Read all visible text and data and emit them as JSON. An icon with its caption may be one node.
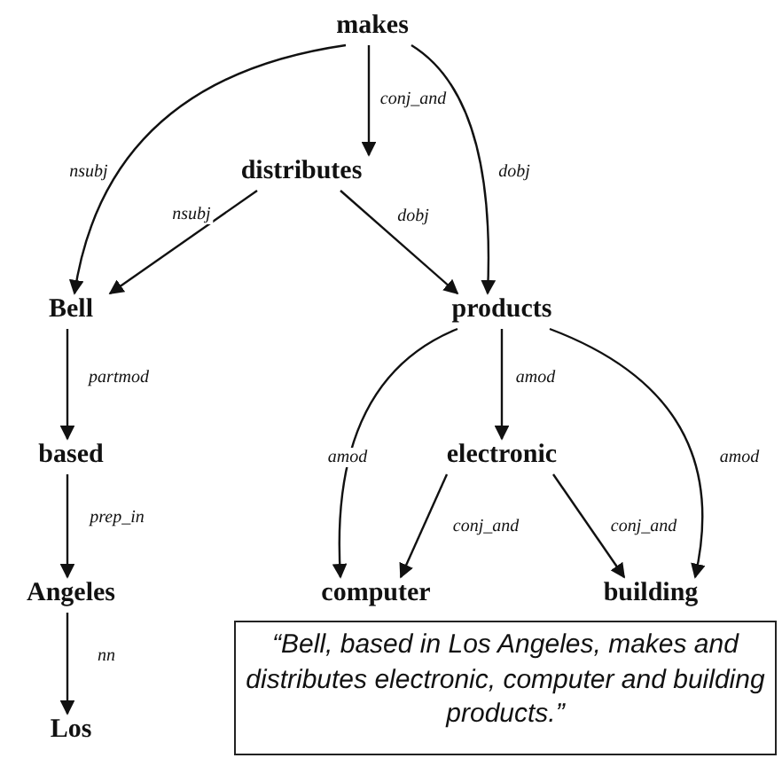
{
  "diagram": {
    "nodes": [
      {
        "text": [
          "makes"
        ]
      },
      {
        "text": [
          "distributes"
        ]
      },
      {
        "text": [
          "Bell"
        ]
      },
      {
        "text": [
          "products"
        ]
      },
      {
        "text": [
          "based"
        ]
      },
      {
        "text": [
          "electronic"
        ]
      },
      {
        "text": [
          "Angeles"
        ]
      },
      {
        "text": [
          "computer"
        ]
      },
      {
        "text": [
          "building"
        ]
      },
      {
        "text": [
          "Los"
        ]
      },
      {
        "text": [
          "“Bell, based in Los Angeles, makes and distributes electronic, computer and building products.”"
        ]
      }
    ],
    "edges": [
      {
        "from": 0,
        "to": 2,
        "arrow": "to",
        "label": "nsubj"
      },
      {
        "from": 0,
        "to": 1,
        "arrow": "to",
        "label": "conj_and"
      },
      {
        "from": 0,
        "to": 3,
        "arrow": "to",
        "label": "dobj"
      },
      {
        "from": 1,
        "to": 2,
        "arrow": "to",
        "label": "nsubj"
      },
      {
        "from": 1,
        "to": 3,
        "arrow": "to",
        "label": "dobj"
      },
      {
        "from": 2,
        "to": 4,
        "arrow": "to",
        "label": "partmod"
      },
      {
        "from": 4,
        "to": 6,
        "arrow": "to",
        "label": "prep_in"
      },
      {
        "from": 6,
        "to": 9,
        "arrow": "to",
        "label": "nn"
      },
      {
        "from": 3,
        "to": 5,
        "arrow": "to",
        "label": "amod"
      },
      {
        "from": 3,
        "to": 7,
        "arrow": "to",
        "label": "amod"
      },
      {
        "from": 3,
        "to": 8,
        "arrow": "to",
        "label": "amod"
      },
      {
        "from": 5,
        "to": 7,
        "arrow": "to",
        "label": "conj_and"
      },
      {
        "from": 5,
        "to": 8,
        "arrow": "to",
        "label": "conj_and"
      }
    ]
  }
}
